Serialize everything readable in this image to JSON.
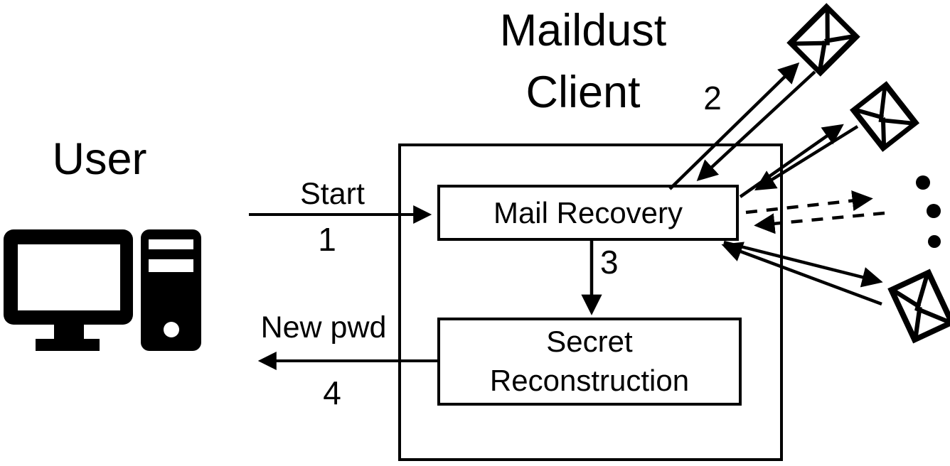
{
  "colors": {
    "ink": "#000000",
    "background": "#ffffff"
  },
  "title": {
    "line1": "Maildust",
    "line2": "Client"
  },
  "user": {
    "label": "User",
    "icon": "desktop-computer-icon"
  },
  "client_box": {
    "mail_recovery_label": "Mail Recovery",
    "secret_reconstruction_line1": "Secret",
    "secret_reconstruction_line2": "Reconstruction"
  },
  "steps": {
    "start": {
      "label": "Start",
      "number": "1"
    },
    "fetch_mails": {
      "number": "2"
    },
    "reconstruct": {
      "number": "3"
    },
    "new_pwd": {
      "label": "New pwd",
      "number": "4"
    }
  },
  "mail_icons": {
    "icon": "envelope-icon",
    "visible_count": 3,
    "more_indicator": "vertical-ellipsis-dots"
  }
}
